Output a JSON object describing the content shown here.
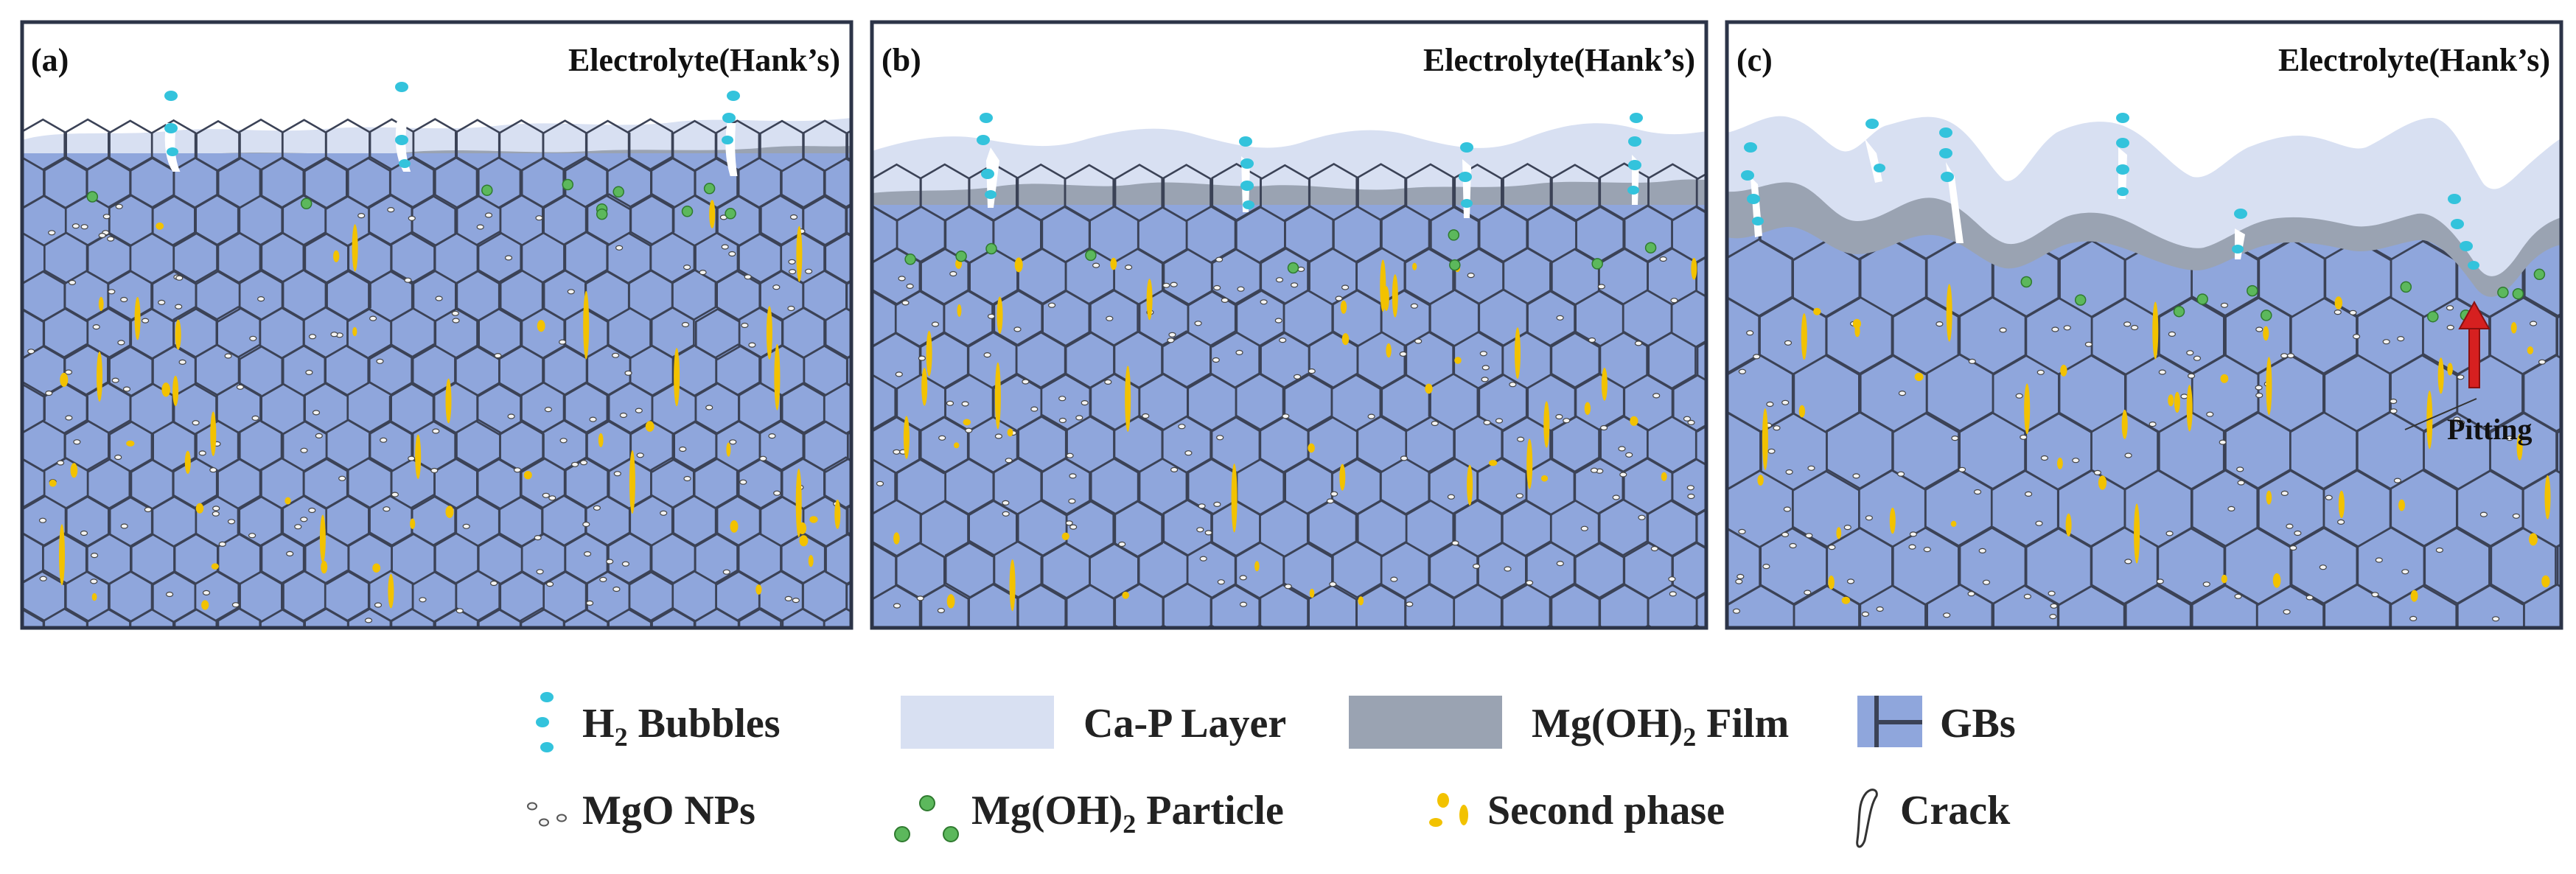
{
  "figure": {
    "panels": [
      {
        "id": "a",
        "label": "(a)",
        "electrolyte": "Electrolyte(Hank’s)"
      },
      {
        "id": "b",
        "label": "(b)",
        "electrolyte": "Electrolyte(Hank’s)"
      },
      {
        "id": "c",
        "label": "(c)",
        "electrolyte": "Electrolyte(Hank’s)",
        "annotation": "Pitting"
      }
    ],
    "legend": {
      "h2_bubbles": {
        "main": "H",
        "sub": "2",
        "rest": " Bubbles"
      },
      "ca_p_layer": "Ca-P Layer",
      "mg_oh2_film": {
        "main": "Mg(OH)",
        "sub": "2",
        "rest": " Film"
      },
      "gbs": "GBs",
      "mgo_nps": "MgO NPs",
      "mg_oh2_particle": {
        "main": "Mg(OH)",
        "sub": "2",
        "rest": " Particle"
      },
      "second_phase": "Second phase",
      "crack": "Crack"
    },
    "colors": {
      "grain": "#8fa6dc",
      "grain_boundary": "#3b4256",
      "ca_p_layer": "#d8e0f2",
      "mg_oh2_film": "#9aa3b2",
      "bubble": "#33c3dc",
      "particle": "#5cb85c",
      "second_phase": "#f2c200",
      "mgo_np": "#f4f4f4",
      "frame": "#2c3448",
      "pit_arrow": "#d62020"
    }
  }
}
